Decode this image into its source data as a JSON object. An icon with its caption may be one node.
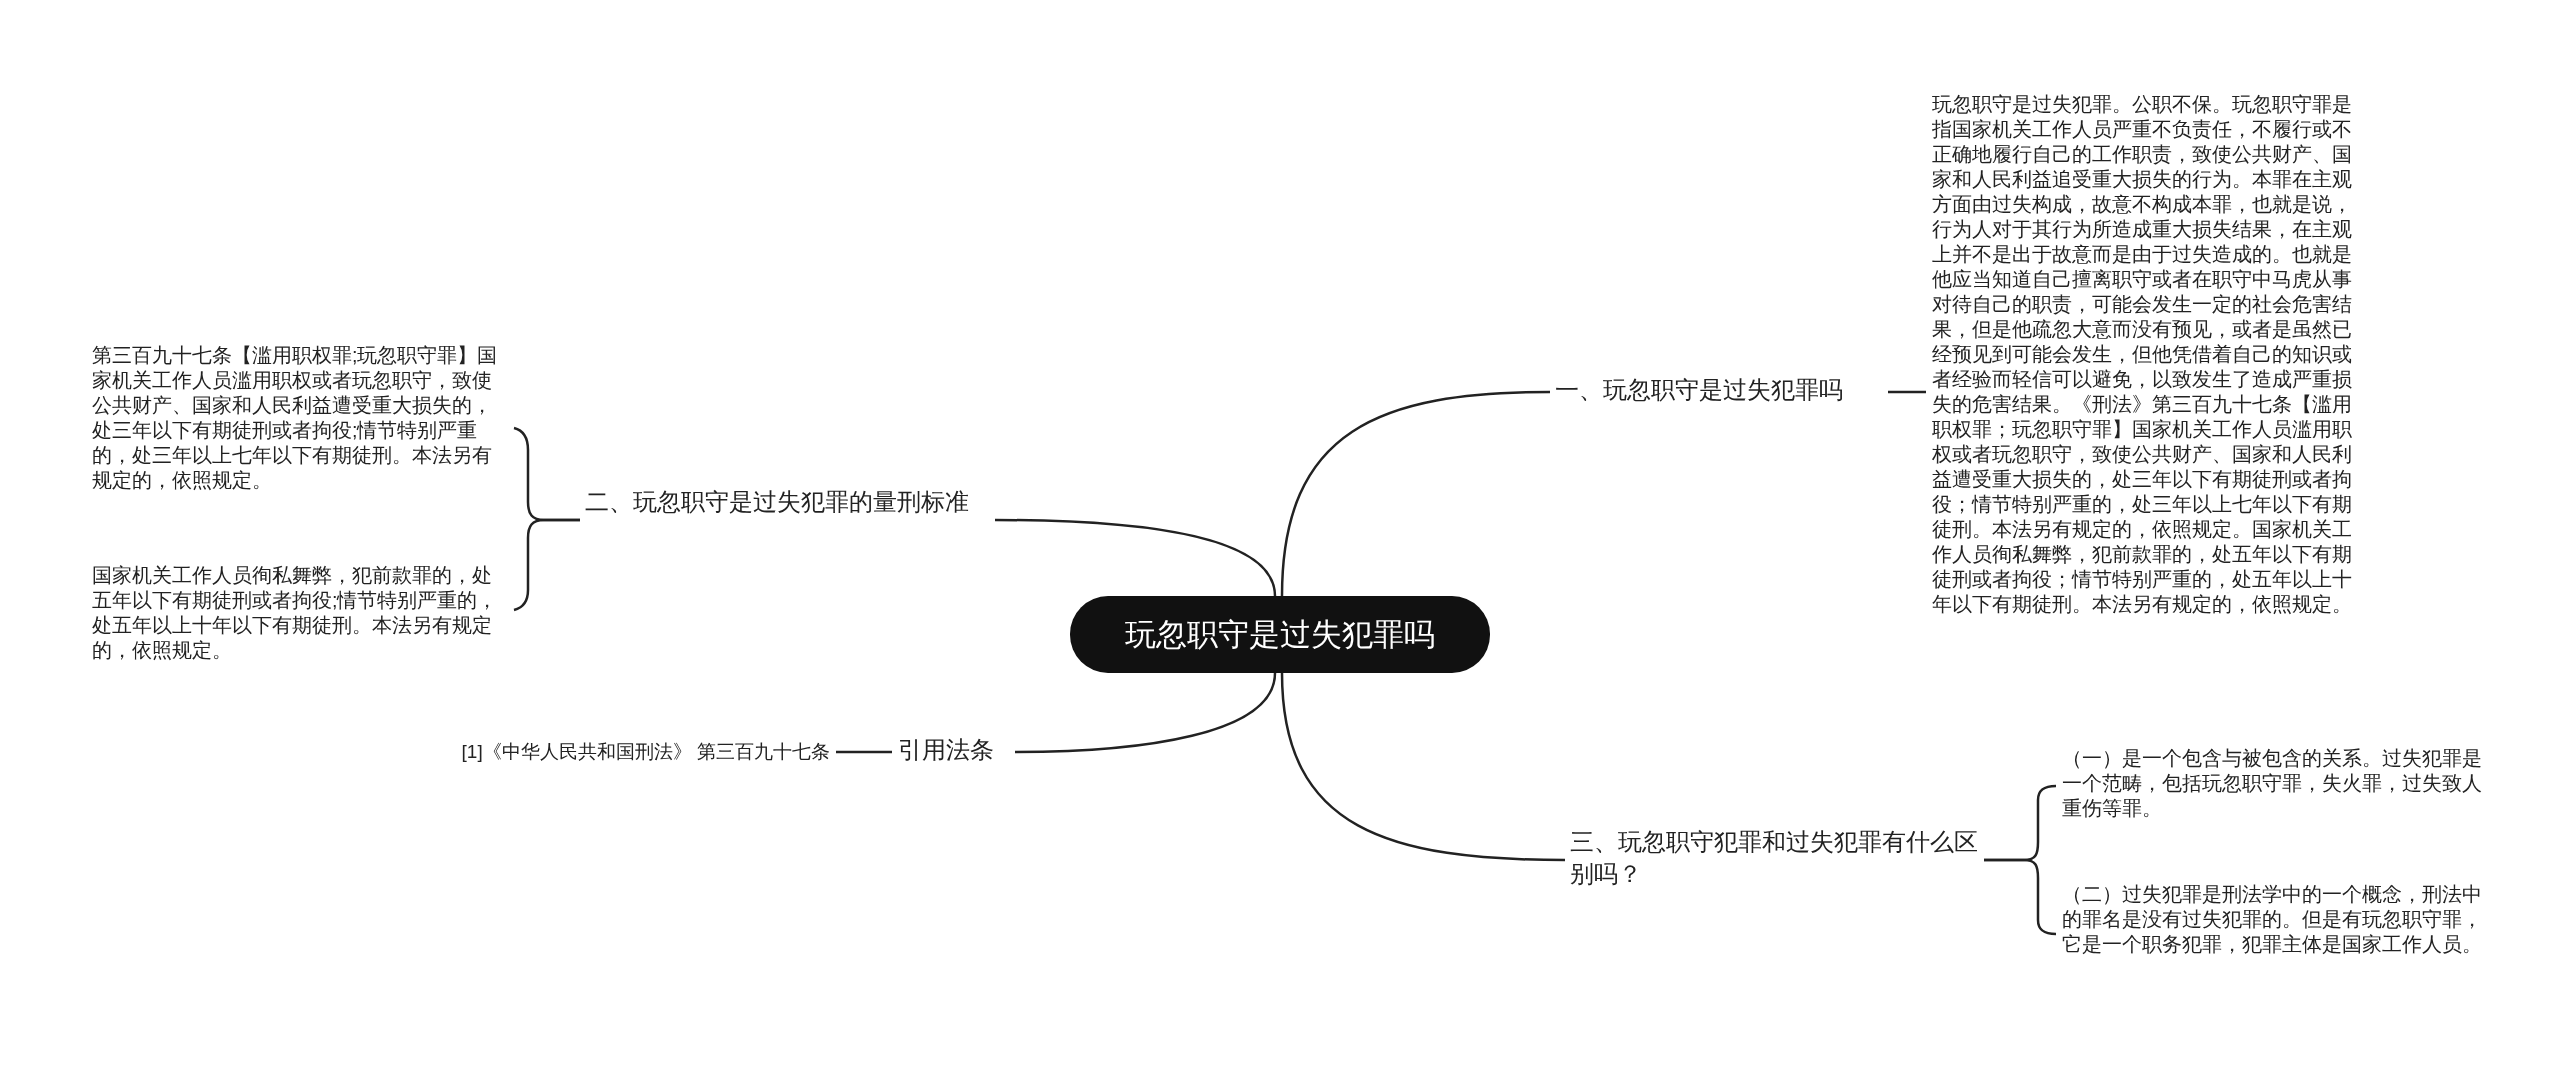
{
  "diagram": {
    "nodes": [
      {
        "text": [
          "玩忽职守是过失犯罪吗"
        ]
      },
      {
        "text": [
          "一、玩忽职守是过失犯罪吗"
        ]
      },
      {
        "text": [
          "玩忽职守是过失犯罪。公职不保。玩忽职守罪是指国家机关工作人员严重不负责任，不履行或不正确地履行自己的工作职责，致使公共财产、国家和人民利益追受重大损失的行为。本罪在主观方面由过失构成，故意不构成本罪，也就是说，行为人对于其行为所造成重大损失结果，在主观上并不是出于故意而是由于过失造成的。也就是他应当知道自己擅离职守或者在职守中马虎从事对待自己的职责，可能会发生一定的社会危害结果，但是他疏忽大意而没有预见，或者是虽然已经预见到可能会发生，但他凭借着自己的知识或者经验而轻信可以避免，以致发生了造成严重损失的危害结果。《刑法》第三百九十七条【滥用职权罪；玩忽职守罪】国家机关工作人员滥用职权或者玩忽职守，致使公共财产、国家和人民利益遭受重大损失的，处三年以下有期徒刑或者拘役；情节特别严重的，处三年以上七年以下有期徒刑。本法另有规定的，依照规定。国家机关工作人员徇私舞弊，犯前款罪的，处五年以下有期徒刑或者拘役；情节特别严重的，处五年以上十年以下有期徒刑。本法另有规定的，依照规定。"
        ]
      },
      {
        "text": [
          "三、玩忽职守犯罪和过失犯罪有什么区别吗？"
        ]
      },
      {
        "text": [
          "（一）是一个包含与被包含的关系。过失犯罪是一个范畴，包括玩忽职守罪，失火罪，过失致人重伤等罪。"
        ]
      },
      {
        "text": [
          "（二）过失犯罪是刑法学中的一个概念，刑法中的罪名是没有过失犯罪的。但是有玩忽职守罪，它是一个职务犯罪，犯罪主体是国家工作人员。"
        ]
      },
      {
        "text": [
          "二、玩忽职守是过失犯罪的量刑标准"
        ]
      },
      {
        "text": [
          "第三百九十七条【滥用职权罪;玩忽职守罪】国家机关工作人员滥用职权或者玩忽职守，致使公共财产、国家和人民利益遭受重大损失的，处三年以下有期徒刑或者拘役;情节特别严重的，处三年以上七年以下有期徒刑。本法另有规定的，依照规定。"
        ]
      },
      {
        "text": [
          "国家机关工作人员徇私舞弊，犯前款罪的，处五年以下有期徒刑或者拘役;情节特别严重的，处五年以上十年以下有期徒刑。本法另有规定的，依照规定。"
        ]
      },
      {
        "text": [
          "引用法条"
        ]
      },
      {
        "text": [
          "[1]《中华人民共和国刑法》 第三百九十七条"
        ]
      }
    ],
    "edges": [
      {
        "from": 0,
        "to": 1,
        "arrow": "none"
      },
      {
        "from": 0,
        "to": 3,
        "arrow": "none"
      },
      {
        "from": 0,
        "to": 6,
        "arrow": "none"
      },
      {
        "from": 0,
        "to": 9,
        "arrow": "none"
      },
      {
        "from": 1,
        "to": 2,
        "arrow": "none"
      },
      {
        "from": 3,
        "to": 4,
        "arrow": "none"
      },
      {
        "from": 3,
        "to": 5,
        "arrow": "none"
      },
      {
        "from": 6,
        "to": 7,
        "arrow": "none"
      },
      {
        "from": 6,
        "to": 8,
        "arrow": "none"
      },
      {
        "from": 9,
        "to": 10,
        "arrow": "none"
      }
    ]
  }
}
